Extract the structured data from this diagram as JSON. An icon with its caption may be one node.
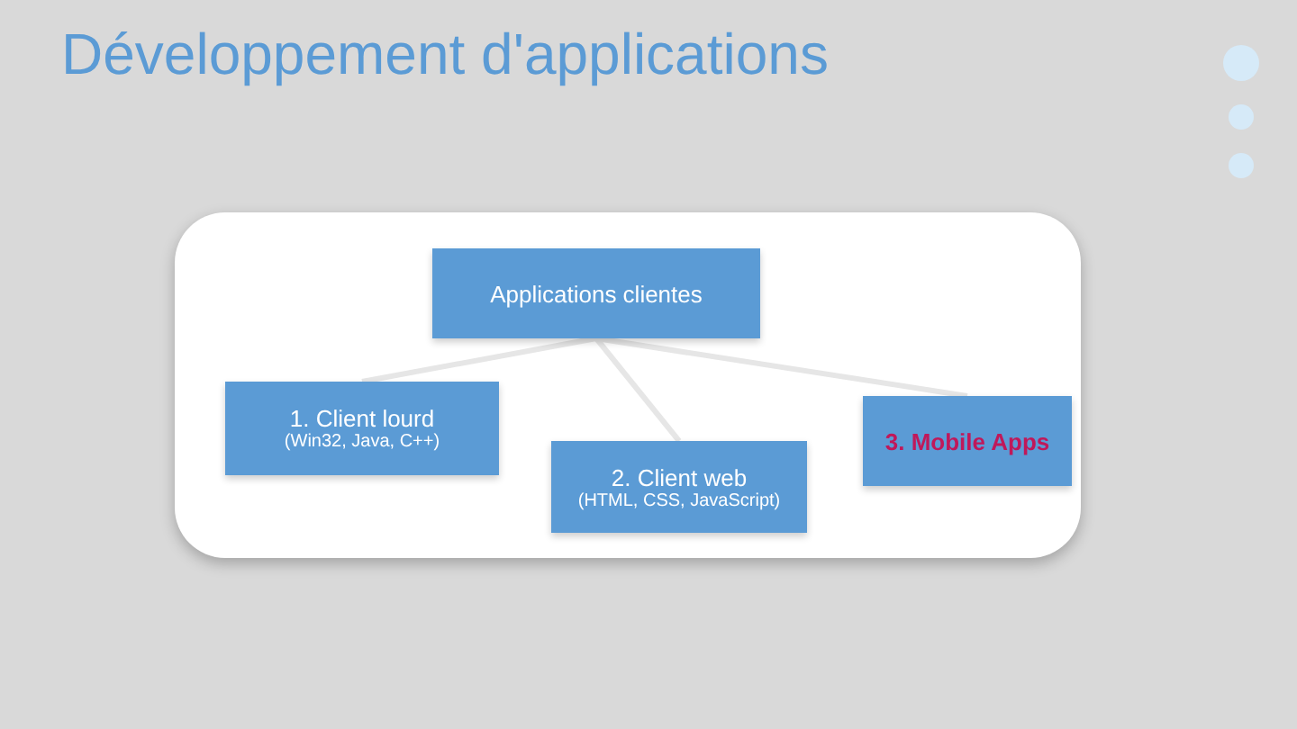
{
  "diagram": {
    "title": "Développement d'applications",
    "nodes": [
      {
        "text": [],
        "shape": "box"
      },
      {
        "text": [
          "Applications clientes"
        ],
        "in": 0
      },
      {
        "text": [
          "1. Client lourd",
          "(Win32, Java, C++)"
        ],
        "in": 0
      },
      {
        "text": [
          "2. Client web",
          "(HTML, CSS, JavaScript)"
        ],
        "in": 0
      },
      {
        "text": [
          "3. Mobile Apps"
        ],
        "in": 0
      }
    ],
    "edges": [
      {
        "from": 1,
        "to": 2,
        "arrow": "none"
      },
      {
        "from": 1,
        "to": 3,
        "arrow": "none"
      },
      {
        "from": 1,
        "to": 4,
        "arrow": "none"
      }
    ]
  }
}
